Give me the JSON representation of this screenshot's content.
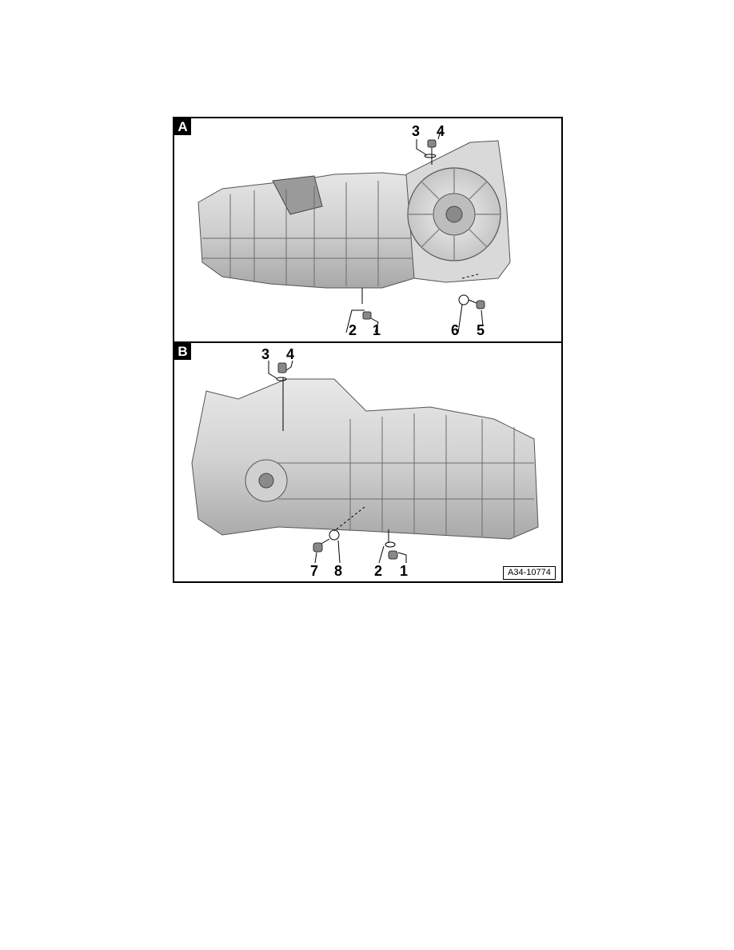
{
  "figure": {
    "reference_id": "A34-10774",
    "panels": [
      {
        "label": "A",
        "callouts": [
          "3",
          "4",
          "2",
          "1",
          "6",
          "5"
        ]
      },
      {
        "label": "B",
        "callouts": [
          "3",
          "4",
          "7",
          "8",
          "2",
          "1"
        ]
      }
    ]
  }
}
